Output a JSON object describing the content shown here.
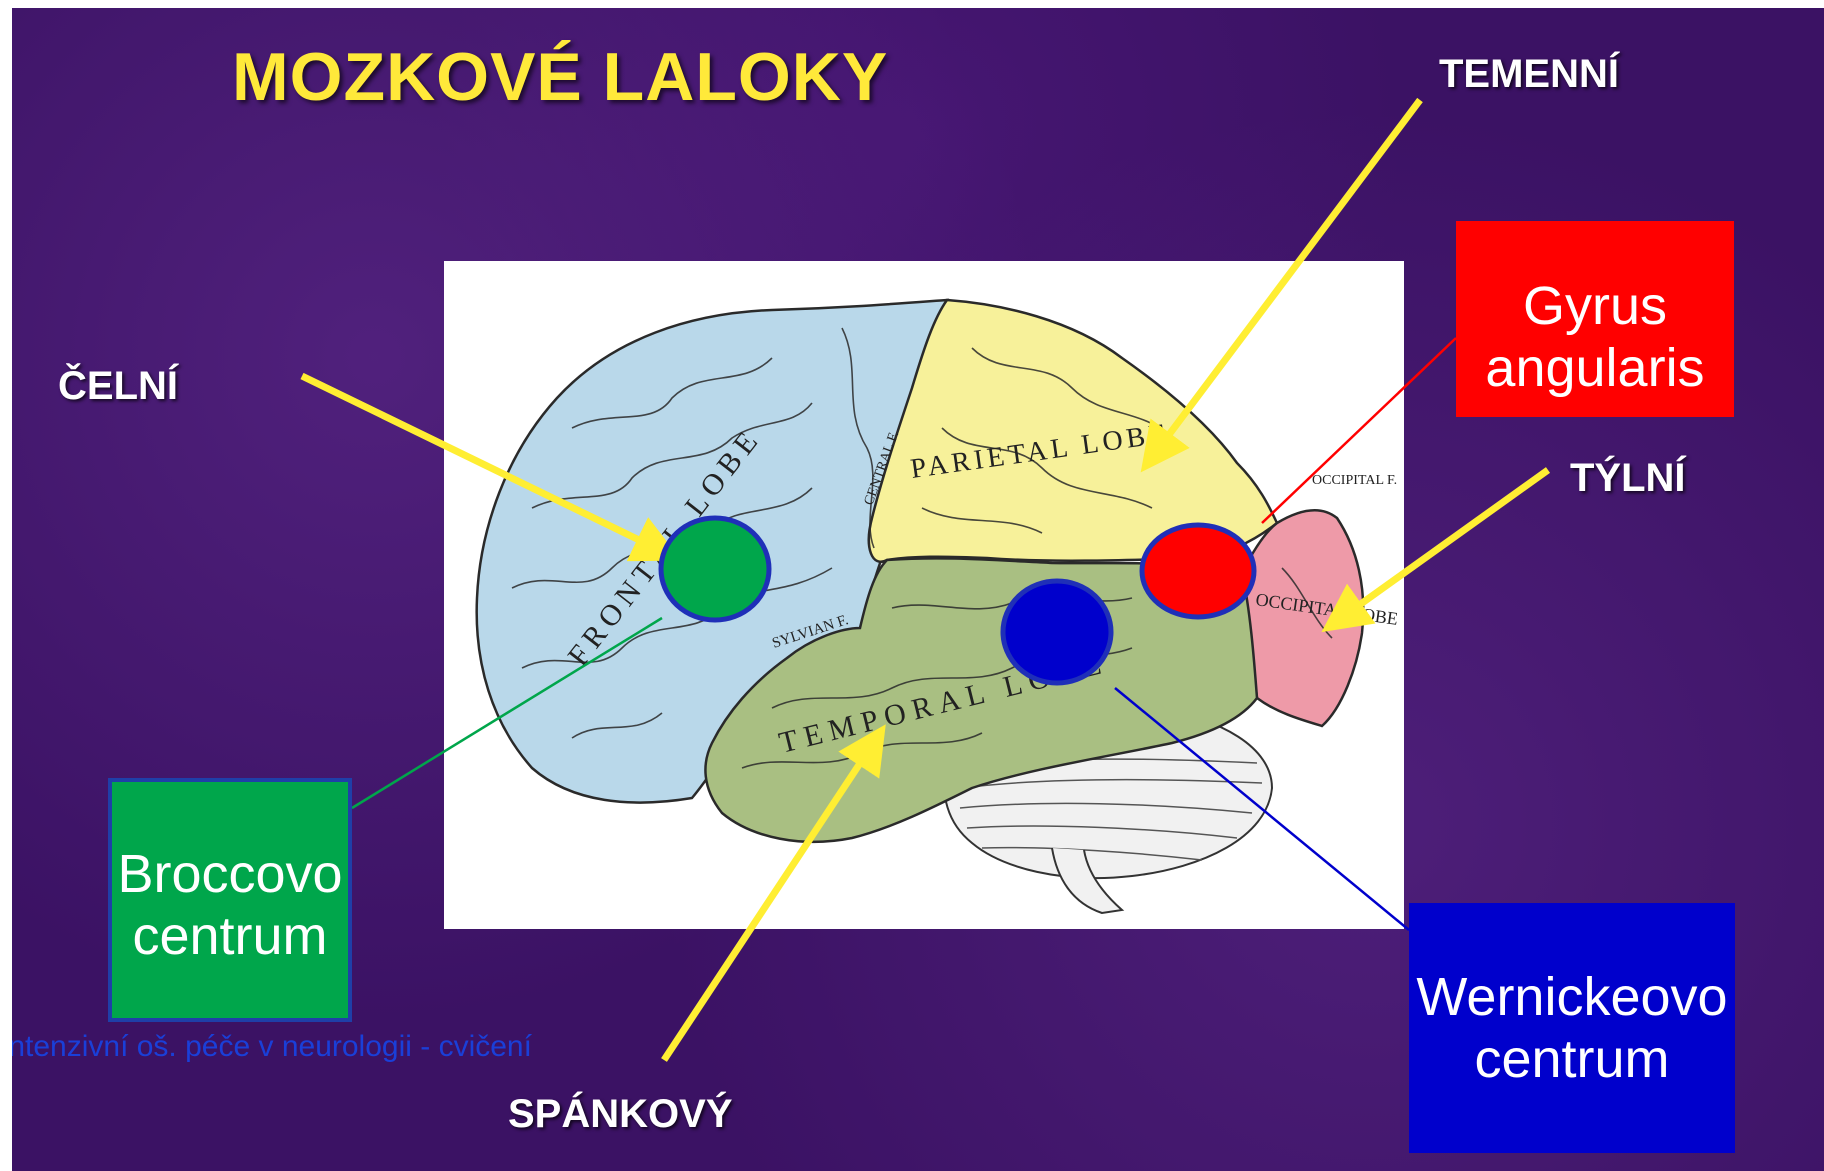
{
  "slide": {
    "title": "MOZKOVÉ LALOKY",
    "footer": "Intenzivní oš. péče v neurologii - cvičení"
  },
  "lobe_labels": {
    "frontal": "ČELNÍ",
    "parietal": "TEMENNÍ",
    "occipital": "TÝLNÍ",
    "temporal": "SPÁNKOVÝ"
  },
  "diagram_labels": {
    "frontal_lobe": "FRONTAL LOBE",
    "parietal_lobe": "PARIETAL LOBE",
    "temporal_lobe": "TEMPORAL LOBE",
    "occipital_lobe": "OCCIPITAL LOBE",
    "central_fissure": "CENTRAL F.",
    "sylvian_fissure": "SYLVIAN F.",
    "occipital_fissure": "OCCIPITAL F."
  },
  "regions": {
    "gyrus": {
      "text": "Gyrus angularis",
      "color": "#ff0000"
    },
    "brocca": {
      "text": "Broccovo centrum",
      "color": "#00a64b"
    },
    "wernicke": {
      "text": "Wernickeovo centrum",
      "color": "#0000cc"
    }
  },
  "colors": {
    "background": "#3b1264",
    "title": "#ffe93a",
    "arrow": "#ffee33",
    "frontal_lobe": "#b9d8ea",
    "parietal_lobe": "#f7f19a",
    "temporal_lobe": "#a9bf82",
    "occipital_lobe": "#ee9aa8",
    "cerebellum": "#f1f1f1"
  }
}
